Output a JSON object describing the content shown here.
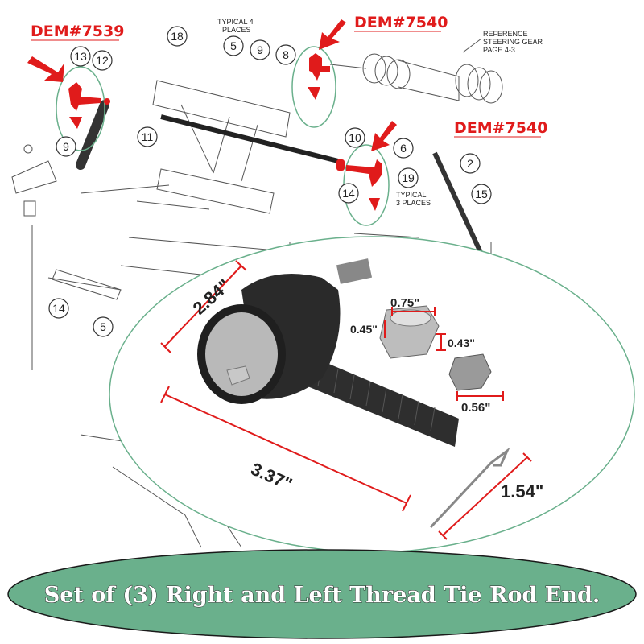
{
  "labels": {
    "dem_left": "DEM#7539",
    "dem_top": "DEM#7540",
    "dem_right": "DEM#7540",
    "typical4_line1": "TYPICAL 4",
    "typical4_line2": "PLACES",
    "reference_line1": "REFERENCE",
    "reference_line2": "STEERING GEAR",
    "reference_line3": "PAGE 4-3",
    "typical3_line1": "TYPICAL",
    "typical3_line2": "3 PLACES"
  },
  "callouts": [
    "18",
    "5",
    "9",
    "8",
    "13",
    "12",
    "11",
    "9",
    "10",
    "6",
    "19",
    "14",
    "2",
    "15",
    "14",
    "5"
  ],
  "dimensions": {
    "body_length": "2.84\"",
    "overall_length": "3.37\"",
    "nut_width": "0.75\"",
    "nut_height_left": "0.45\"",
    "nut_height_right": "0.43\"",
    "castle_nut_width": "0.56\"",
    "cotter_pin_length": "1.54\""
  },
  "banner": {
    "title": "Set of (3) Right and Left Thread Tie Rod End.",
    "fill": "#6ab08c"
  },
  "colors": {
    "accent_red": "#e01b1b",
    "ellipse_green": "#6ab08c"
  }
}
